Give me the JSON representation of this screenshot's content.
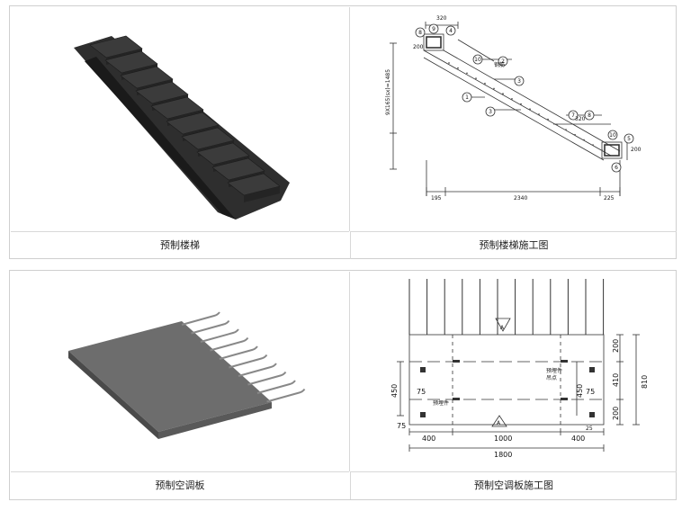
{
  "top_panel": {
    "captions": [
      "预制楼梯",
      "预制楼梯施工图"
    ],
    "stair_drawing": {
      "dims_top": "320",
      "dims_right": "320",
      "dims_right_small": "200",
      "dims_left_small": "200",
      "dims_left_vertical": "9X165(sx)=1485",
      "dims_bottom_left": "195",
      "dims_bottom_mid": "2340",
      "dims_bottom_right": "225",
      "label_a": "8",
      "label_b": "9",
      "label_c": "4",
      "label_d": "10",
      "label_e": "2",
      "label_f": "3",
      "label_g": "1",
      "label_h": "3",
      "label_i": "7",
      "label_j": "8",
      "label_k": "10",
      "label_l": "5",
      "label_m": "6",
      "note_top": "钢筋"
    }
  },
  "bottom_panel": {
    "captions": [
      "预制空调板",
      "预制空调板施工图"
    ],
    "ac_drawing": {
      "dim_450_left": "450",
      "dim_450_right": "450",
      "dim_75_left": "75",
      "dim_75_right": "75",
      "dim_75_bottom": "75",
      "dim_400_left": "400",
      "dim_1000": "1000",
      "dim_400_right": "400",
      "dim_1800": "1800",
      "dim_200_top": "200",
      "dim_410": "410",
      "dim_200_bottom": "200",
      "dim_810": "810",
      "dim_25": "25",
      "note_left": "预埋件",
      "note_right": "预埋件",
      "note_right_2": "吊点",
      "mark_a": "A",
      "mark_b": "A"
    }
  }
}
